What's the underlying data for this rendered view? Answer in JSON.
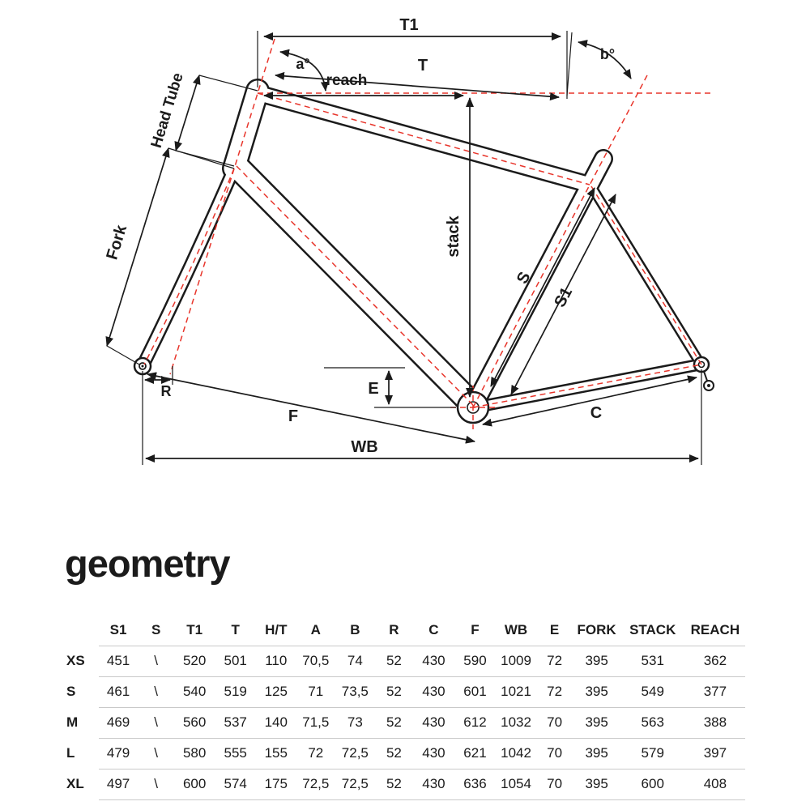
{
  "diagram": {
    "labels": {
      "t1": "T1",
      "a": "a°",
      "b": "b°",
      "t": "T",
      "reach": "reach",
      "head_tube": "Head Tube",
      "fork": "Fork",
      "stack": "stack",
      "s": "S",
      "s1": "S1",
      "r": "R",
      "e": "E",
      "f": "F",
      "c": "C",
      "wb": "WB"
    },
    "colors": {
      "frame_line": "#1b1b1b",
      "centerline_red": "#e8352b"
    }
  },
  "section_title": "geometry",
  "table": {
    "columns": [
      "S1",
      "S",
      "T1",
      "T",
      "H/T",
      "A",
      "B",
      "R",
      "C",
      "F",
      "WB",
      "E",
      "FORK",
      "STACK",
      "REACH"
    ],
    "rows": [
      {
        "size": "XS",
        "values": [
          "451",
          "\\",
          "520",
          "501",
          "110",
          "70,5",
          "74",
          "52",
          "430",
          "590",
          "1009",
          "72",
          "395",
          "531",
          "362"
        ]
      },
      {
        "size": "S",
        "values": [
          "461",
          "\\",
          "540",
          "519",
          "125",
          "71",
          "73,5",
          "52",
          "430",
          "601",
          "1021",
          "72",
          "395",
          "549",
          "377"
        ]
      },
      {
        "size": "M",
        "values": [
          "469",
          "\\",
          "560",
          "537",
          "140",
          "71,5",
          "73",
          "52",
          "430",
          "612",
          "1032",
          "70",
          "395",
          "563",
          "388"
        ]
      },
      {
        "size": "L",
        "values": [
          "479",
          "\\",
          "580",
          "555",
          "155",
          "72",
          "72,5",
          "52",
          "430",
          "621",
          "1042",
          "70",
          "395",
          "579",
          "397"
        ]
      },
      {
        "size": "XL",
        "values": [
          "497",
          "\\",
          "600",
          "574",
          "175",
          "72,5",
          "72,5",
          "52",
          "430",
          "636",
          "1054",
          "70",
          "395",
          "600",
          "408"
        ]
      }
    ]
  }
}
